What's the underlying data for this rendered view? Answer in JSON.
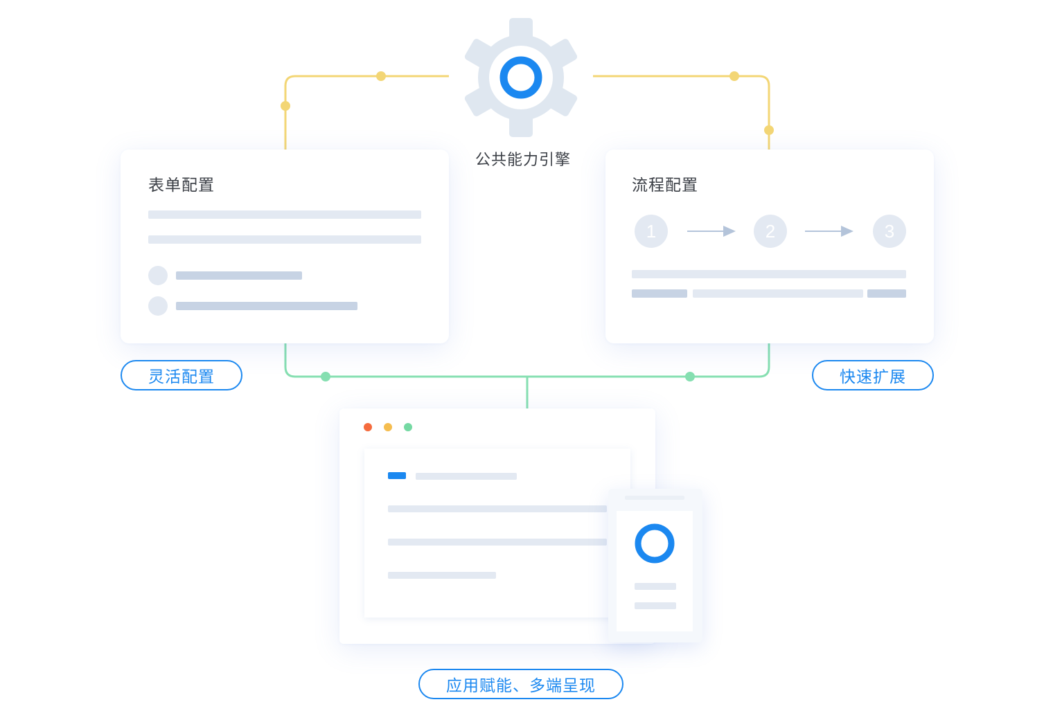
{
  "engine": {
    "label": "公共能力引擎",
    "icon": "gear-icon",
    "gear_color": "#dfe7f0",
    "ring_color": "#1b88f0"
  },
  "form_card": {
    "title": "表单配置"
  },
  "flow_card": {
    "title": "流程配置",
    "steps": [
      "1",
      "2",
      "3"
    ]
  },
  "tags": {
    "left": "灵活配置",
    "right": "快速扩展",
    "bottom": "应用赋能、多端呈现"
  },
  "colors": {
    "top_connector": "#f3d675",
    "bottom_connector": "#86dfb1",
    "accent": "#1b88f0",
    "window_dots": [
      "#f56b3d",
      "#f5bd4f",
      "#75d9a3"
    ]
  }
}
